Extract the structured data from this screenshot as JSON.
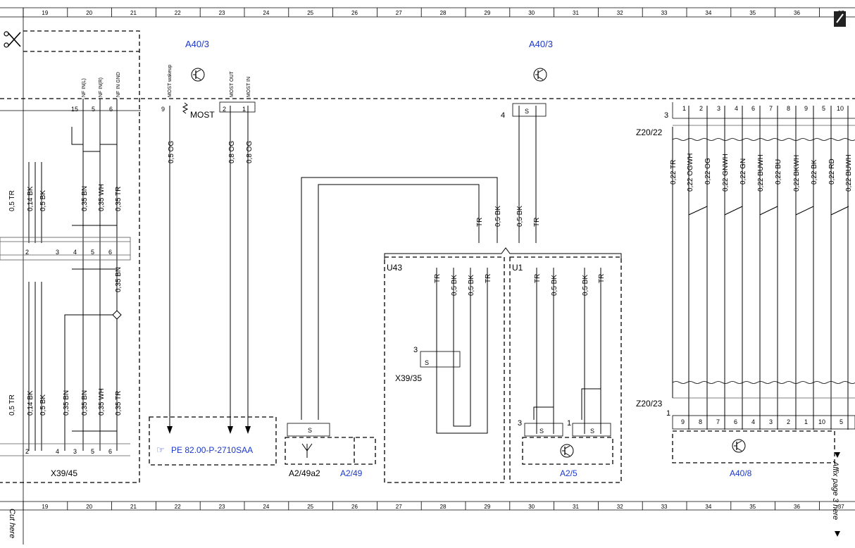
{
  "grid": {
    "columns": [
      "19",
      "20",
      "21",
      "22",
      "23",
      "24",
      "25",
      "26",
      "27",
      "28",
      "29",
      "30",
      "31",
      "32",
      "33",
      "34",
      "35",
      "36",
      "37"
    ]
  },
  "components": {
    "a40_3_left": "A40/3",
    "a40_3_right": "A40/3",
    "z20_22": "Z20/22",
    "z20_23": "Z20/23",
    "u43": "U43",
    "u1": "U1",
    "x39_35": "X39/35",
    "x39_45": "X39/45",
    "a2_49a2": "A2/49a2",
    "a2_49": "A2/49",
    "a2_5": "A2/5",
    "a40_8": "A40/8",
    "most": "MOST",
    "s_label": "S"
  },
  "reference": {
    "text": "PE 82.00-P-2710SAA"
  },
  "pin_signals": [
    "NF IN(L)",
    "NF IN(R)",
    "NF IN GND",
    "MOST wakeup",
    "MOST OUT",
    "MOST IN"
  ],
  "pin_numbers_top": [
    "15",
    "5",
    "6",
    "9",
    "2",
    "1"
  ],
  "left_wires_top": [
    "0,5 TR",
    "0,14 BK",
    "0,5 BK",
    "0,35 BN",
    "0,35 WH",
    "0,35 TR"
  ],
  "left_wires_bottom": [
    "0,5 TR",
    "0,14 BK",
    "0,5 BK",
    "0,35 BN",
    "0,35 BN",
    "0,35 WH",
    "0,35 TR"
  ],
  "x39_45_pins_mid": [
    "2",
    "3",
    "4",
    "5",
    "6"
  ],
  "x39_45_pins_bottom": [
    "2",
    "4",
    "3",
    "5",
    "6"
  ],
  "shield_wire": "0,35 BN",
  "most_wires": [
    "0,5 OG",
    "0,8 OG",
    "0,8 OG"
  ],
  "center_wires": [
    "TR",
    "0,5 BK",
    "0,5 BK",
    "TR"
  ],
  "u43_wires": [
    "TR",
    "0,5 BK",
    "0,5 BK",
    "TR"
  ],
  "u1_wires": [
    "TR",
    "0,5 BK",
    "0,5 BK",
    "TR"
  ],
  "center_pins": [
    "4",
    "3",
    "3",
    "1"
  ],
  "z20_22_pins": [
    "3",
    "1",
    "2",
    "3",
    "4",
    "6",
    "7",
    "8",
    "9",
    "5",
    "10"
  ],
  "z20_22_wires": [
    "0,22 TR",
    "0,22 OGWH",
    "0,22 OG",
    "0,22 GNWH",
    "0,22 GN",
    "0,22 BUWH",
    "0,22 BU",
    "0,22 BKWH",
    "0,22 BK",
    "0,22 RD",
    "0,22 BUWH"
  ],
  "z20_23_pins": [
    "1",
    "9",
    "8",
    "7",
    "6",
    "4",
    "3",
    "2",
    "1",
    "10",
    "5"
  ],
  "margin": {
    "cut_here": "Cut here",
    "affix_page": "Affix page 3 here"
  }
}
